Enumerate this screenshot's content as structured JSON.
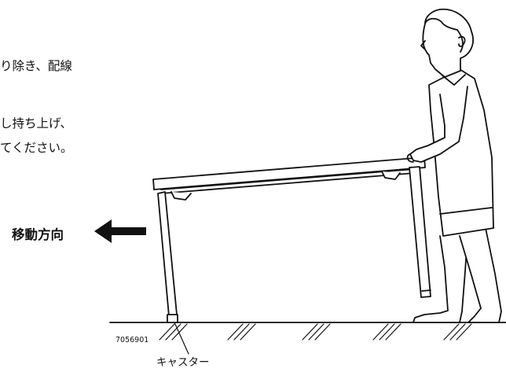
{
  "instructions": {
    "line1": "り除き、配線",
    "line2": "し持ち上げ、",
    "line3": "てください。"
  },
  "direction_label": "移動方向",
  "figure_code": "7056901",
  "caster_label": "キャスター"
}
